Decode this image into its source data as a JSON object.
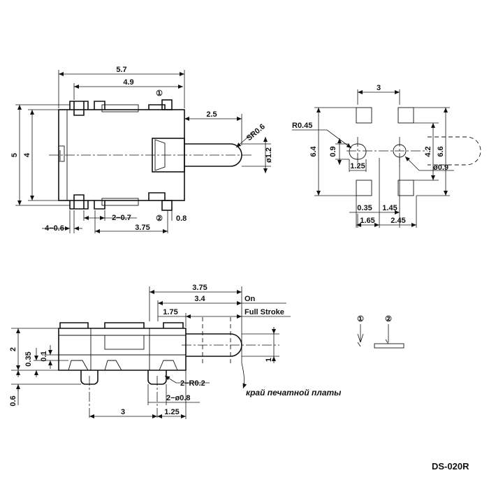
{
  "title": "DS-020R",
  "top_view": {
    "dims": {
      "overall_length": "5.7",
      "inner_length": "4.9",
      "plunger_extension": "2.5",
      "plunger_radius": "SR0.6",
      "plunger_diameter": "ø1.2",
      "overall_width": "5",
      "body_width": "4",
      "left_tab": "4−0.6",
      "pad_width": "2−0.7",
      "pad_pitch": "3.75",
      "right_tab": "0.8"
    },
    "markers": [
      "①",
      "②"
    ]
  },
  "footprint_view": {
    "dims": {
      "pitch_x": "3",
      "radius": "R0.45",
      "overall_height": "6.4",
      "slot_height": "0.9",
      "slot_width": "1.25",
      "pad_height": "4.2",
      "pad_span": "6.6",
      "hole_diameter": "ø0.9",
      "offset_a": "0.35",
      "offset_b": "1.45",
      "offset_c": "1.65",
      "offset_d": "2.45"
    }
  },
  "side_view": {
    "dims": {
      "total_length": "3.75",
      "on_length": "3.4",
      "on_label": "On",
      "full_length": "1.75",
      "full_label": "Full Stroke",
      "height": "2",
      "h1": "0.35",
      "h2": "0.1",
      "leg": "0.6",
      "plunger_h": "1",
      "radius": "2−R0.2",
      "post_diameter": "2−ø0.8",
      "bottom_left": "3",
      "bottom_right": "1.25"
    },
    "pcb_edge_label": "край печатной платы"
  },
  "legend": {
    "marker_1": "①",
    "marker_2": "②"
  }
}
